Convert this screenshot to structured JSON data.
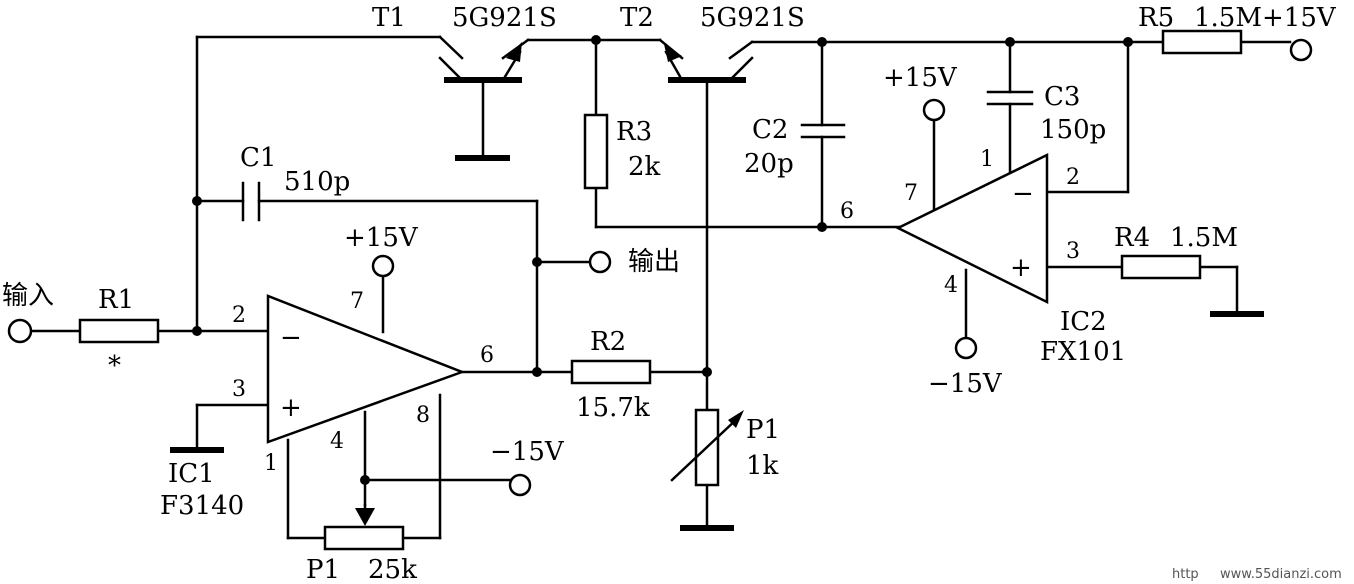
{
  "labels": {
    "t1": "T1",
    "t1_model": "5G921S",
    "t2": "T2",
    "t2_model": "5G921S",
    "r5": "R5",
    "r5_value": "1.5M",
    "vcc_top": "+15V",
    "r3": "R3",
    "r3_value": "2k",
    "c2": "C2",
    "c2_value": "20p",
    "c3": "C3",
    "c3_value": "150p",
    "c1": "C1",
    "c1_value": "510p",
    "ic2_vplus": "+15V",
    "ic1_vplus": "+15V",
    "ic2_pin7": "7",
    "ic2_pin1": "1",
    "ic2_pin2": "2",
    "ic2_pin6": "6",
    "ic2_pin3": "3",
    "ic2_pin4": "4",
    "ic2_minus": "−",
    "ic2_plus": "+",
    "r4": "R4",
    "r4_value": "1.5M",
    "ic2": "IC2",
    "ic2_model": "FX101",
    "ic2_vminus": "−15V",
    "output": "输出",
    "input": "输入",
    "r1": "R1",
    "r1_note": "*",
    "ic1_pin2": "2",
    "ic1_pin7": "7",
    "ic1_pin3": "3",
    "ic1_pin6": "6",
    "ic1_pin1": "1",
    "ic1_pin4": "4",
    "ic1_pin8": "8",
    "ic1_minus": "−",
    "ic1_plus": "+",
    "r2": "R2",
    "r2_value": "15.7k",
    "p1_right": "P1",
    "p1_right_value": "1k",
    "ic1_vminus": "−15V",
    "ic1": "IC1",
    "ic1_model": "F3140",
    "p1_bottom": "P1",
    "p1_bottom_value": "25k",
    "watermark_left": "http",
    "watermark": "www.55dianzi.com"
  }
}
